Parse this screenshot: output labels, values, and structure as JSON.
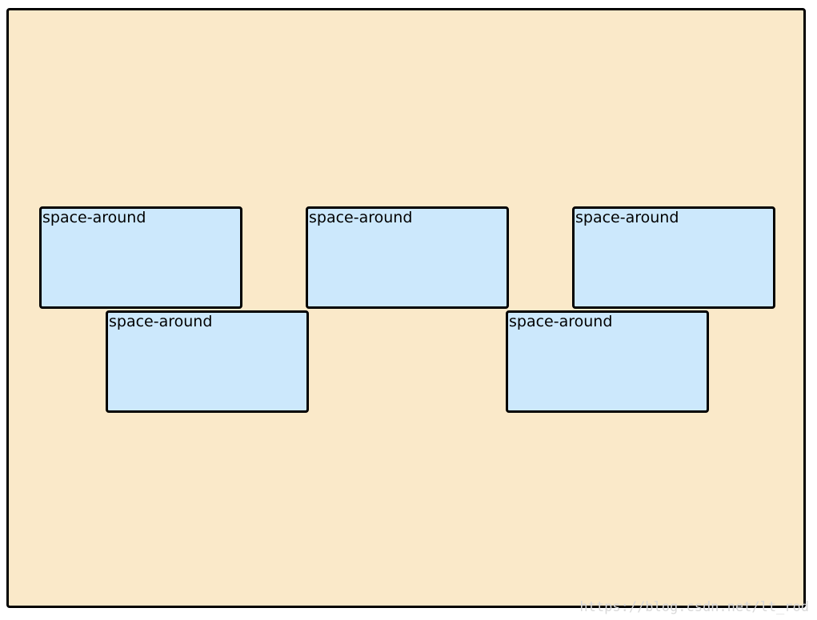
{
  "colors": {
    "container_background": "#fae9c9",
    "box_background": "#cce8fc",
    "border": "#000000"
  },
  "boxes": [
    {
      "label": "space-around"
    },
    {
      "label": "space-around"
    },
    {
      "label": "space-around"
    },
    {
      "label": "space-around"
    },
    {
      "label": "space-around"
    }
  ],
  "watermark": "https://blog.csdn.net/lt_rod"
}
